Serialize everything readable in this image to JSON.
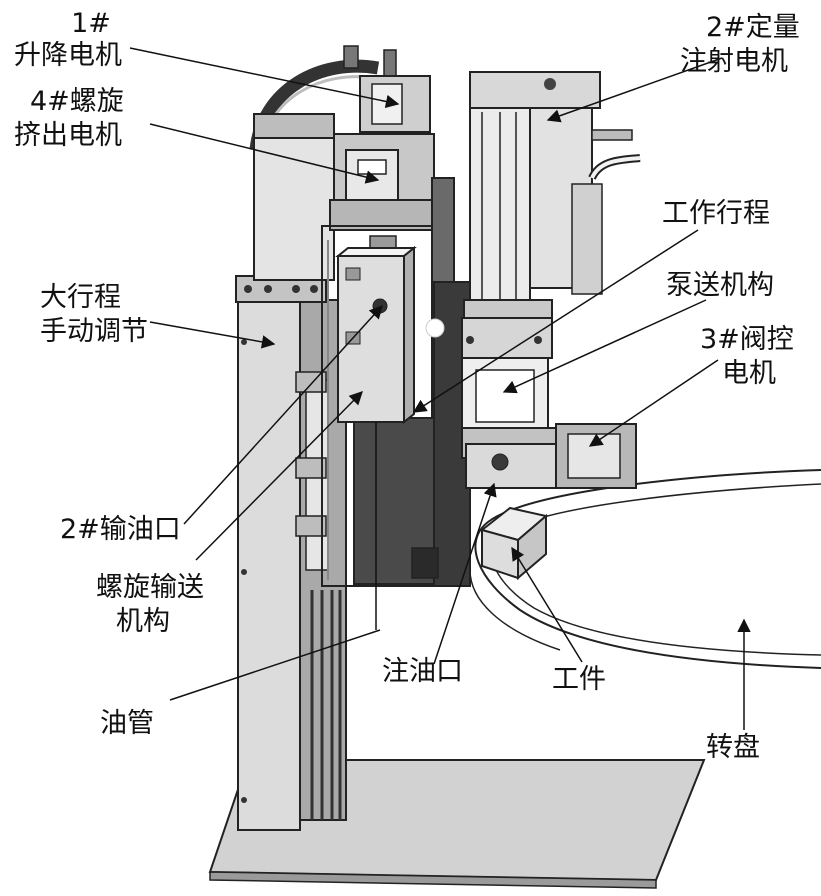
{
  "colors": {
    "line": "#222222",
    "steel": "#d4d4d4",
    "steel_light": "#ececec",
    "steel_dark": "#8e8e8e",
    "motor": "#3f3f3f",
    "rail": "#555555"
  },
  "labels": {
    "lift_motor_1": "1#",
    "lift_motor_2": "升降电机",
    "screw_motor_1": "4#螺旋",
    "screw_motor_2": "挤出电机",
    "manual_adjust_1": "大行程",
    "manual_adjust_2": "手动调节",
    "dosing_motor_1": "2#定量",
    "dosing_motor_2": "注射电机",
    "work_stroke": "工作行程",
    "pump_mechanism": "泵送机构",
    "valve_motor_1": "3#阀控",
    "valve_motor_2": "电机",
    "oil_outlet": "2#输油口",
    "screw_conveyor_1": "螺旋输送",
    "screw_conveyor_2": "机构",
    "oil_pipe": "油管",
    "oil_inlet": "注油口",
    "workpiece": "工件",
    "turntable": "转盘"
  }
}
